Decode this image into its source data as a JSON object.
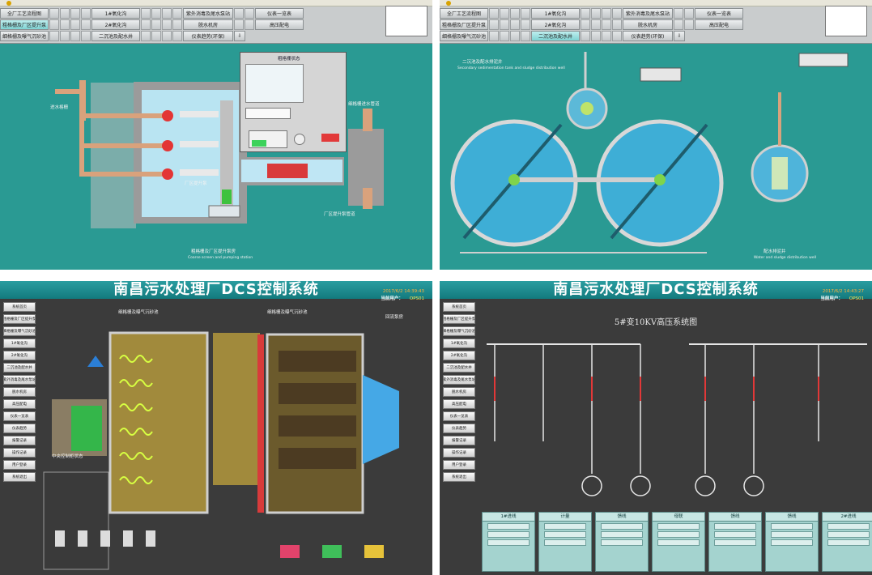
{
  "panel_tl": {
    "menu_row1": [
      "全厂工艺流程图",
      "1#氧化沟",
      "紫外消毒及尾水泵站",
      "仪表一览表"
    ],
    "menu_row2": [
      "粗格栅及厂区提升泵",
      "2#氧化沟",
      "脱水机房",
      "高压配电"
    ],
    "menu_row3": [
      "细格栅及曝气沉砂池",
      "二沉池及配水井",
      "仪表趋势(环保)"
    ],
    "drawing_title": "粗格栅及厂区提升泵房",
    "drawing_subtitle": "Coarse screen and pumping station",
    "control_title": "粗格栅状态",
    "labels": {
      "inlet": "进水格栅",
      "tank": "厂区提升泵",
      "outlet_top": "细格栅进水管道",
      "outlet_bottom": "厂区提升泵管道"
    }
  },
  "panel_tr": {
    "menu_row1": [
      "全厂工艺流程图",
      "1#氧化沟",
      "紫外消毒及尾水泵站",
      "仪表一览表"
    ],
    "menu_row2": [
      "粗格栅及厂区提升泵",
      "2#氧化沟",
      "脱水机房",
      "高压配电"
    ],
    "menu_row3": [
      "细格栅及曝气沉砂池",
      "二沉池及配水井",
      "仪表趋势(环保)"
    ],
    "drawing_title": "二沉池及配水排泥井",
    "drawing_subtitle": "Secondary sedimentation tank and sludge distribution well",
    "well_title": "配水排泥井",
    "well_subtitle": "Water and sludge distribution well"
  },
  "panel_bl": {
    "title": "南昌污水处理厂DCS控制系统",
    "timestamp": "2017/6/2 14:39:43",
    "user_label": "当前用户：",
    "user_value": "OPS01",
    "nav": [
      "系统首页",
      "粗格栅及厂区提升泵",
      "细格栅及曝气沉砂池",
      "1#氧化沟",
      "2#氧化沟",
      "二沉池及配水井",
      "紫外消毒及尾水泵站",
      "脱水机房",
      "高压配电",
      "仪表一览表",
      "仪表趋势",
      "报警记录",
      "操作记录",
      "用户登录",
      "系统退出"
    ],
    "label_left": "细格栅及曝气沉砂池",
    "label_center": "细格栅及曝气沉砂池",
    "label_right": "回流泵房",
    "legend_title": "中央控制柜状态"
  },
  "panel_br": {
    "title": "南昌污水处理厂DCS控制系统",
    "timestamp": "2017/6/2 14:43:27",
    "user_label": "当前用户：",
    "user_value": "OPS01",
    "nav": [
      "系统首页",
      "粗格栅及厂区提升泵",
      "细格栅及曝气沉砂池",
      "1#氧化沟",
      "2#氧化沟",
      "二沉池及配水井",
      "紫外消毒及尾水泵站",
      "脱水机房",
      "高压配电",
      "仪表一览表",
      "仪表趋势",
      "报警记录",
      "操作记录",
      "用户登录",
      "系统退出"
    ],
    "diagram_title": "5#变10KV高压系统图",
    "cabinets": [
      "1#进线",
      "计量",
      "馈线",
      "母联",
      "馈线",
      "馈线",
      "2#进线"
    ]
  }
}
